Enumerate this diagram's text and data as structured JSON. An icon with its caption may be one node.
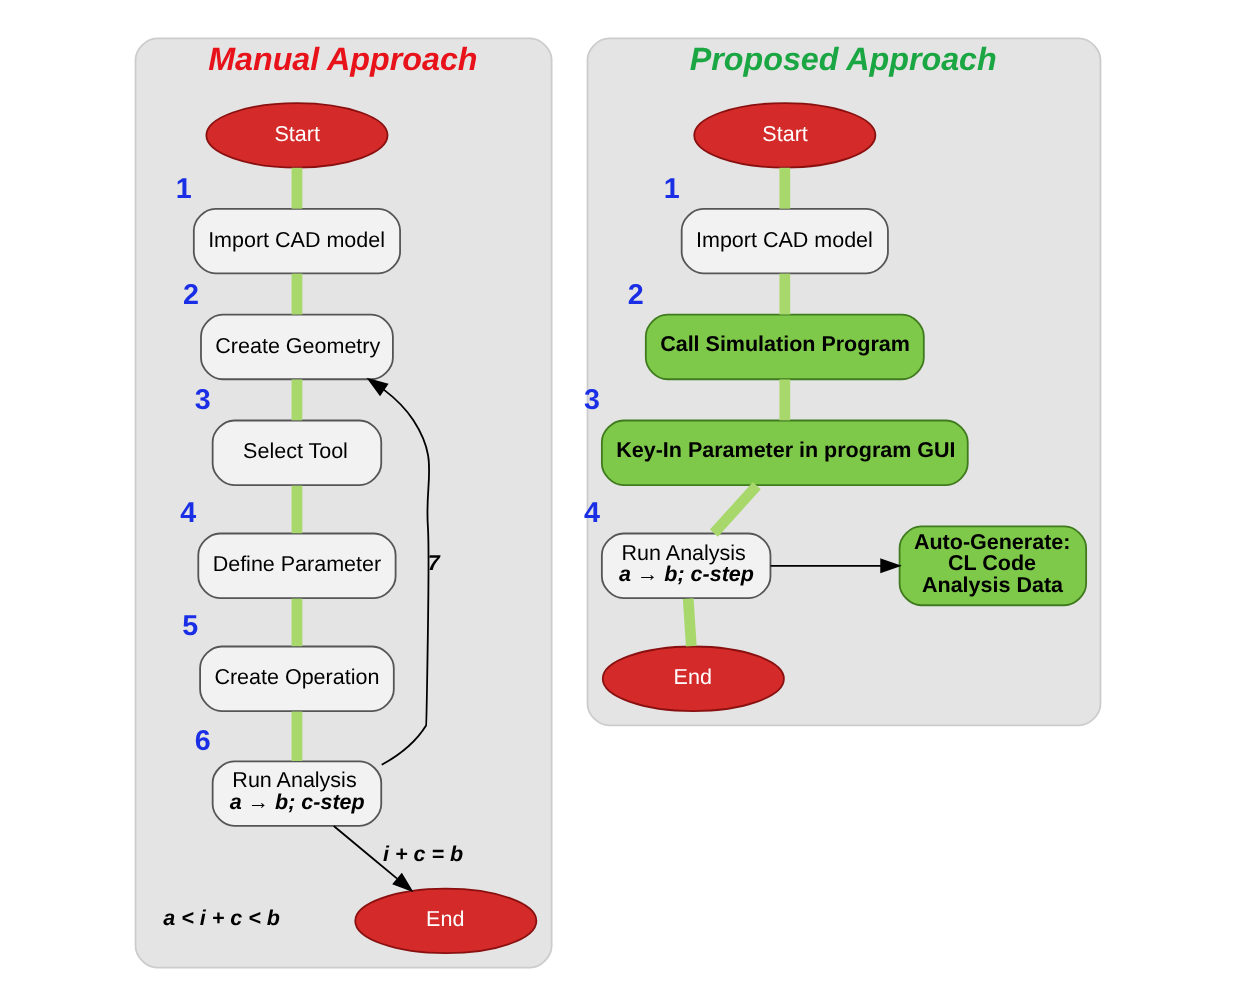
{
  "diagram": {
    "nodes": [
      {
        "text": [
          "Manual Approach"
        ]
      },
      {
        "text": [
          "Start"
        ],
        "in": 0
      },
      {
        "text": [
          "Import CAD model"
        ],
        "in": 0,
        "beside": [
          "1"
        ]
      },
      {
        "text": [
          "Create Geometry"
        ],
        "in": 0,
        "beside": [
          "2"
        ]
      },
      {
        "text": [
          "Select Tool"
        ],
        "in": 0,
        "beside": [
          "3"
        ]
      },
      {
        "text": [
          "Define Parameter"
        ],
        "in": 0,
        "beside": [
          "4"
        ]
      },
      {
        "text": [
          "Create Operation"
        ],
        "in": 0,
        "beside": [
          "5"
        ]
      },
      {
        "text": [
          "Run Analysis",
          "a → b; c-step"
        ],
        "in": 0,
        "beside": [
          "6"
        ]
      },
      {
        "text": [
          "End"
        ],
        "in": 0
      },
      {
        "text": [
          "Proposed Approach"
        ]
      },
      {
        "text": [
          "Start"
        ],
        "in": 9
      },
      {
        "text": [
          "Import CAD model"
        ],
        "in": 9,
        "beside": [
          "1"
        ]
      },
      {
        "text": [
          "Call Simulation Program"
        ],
        "in": 9,
        "beside": [
          "2"
        ]
      },
      {
        "text": [
          "Key-In Parameter in program GUI"
        ],
        "in": 9,
        "beside": [
          "3"
        ]
      },
      {
        "text": [
          "Run Analysis",
          "a → b; c-step"
        ],
        "in": 9,
        "beside": [
          "4"
        ]
      },
      {
        "text": [
          "End"
        ],
        "in": 9
      },
      {
        "text": [
          "Auto-Generate:",
          "CL Code",
          "Analysis Data"
        ],
        "in": 9
      }
    ],
    "edges": [
      {
        "from": 1,
        "to": 2,
        "arrow": "none"
      },
      {
        "from": 2,
        "to": 3,
        "arrow": "none"
      },
      {
        "from": 3,
        "to": 4,
        "arrow": "none"
      },
      {
        "from": 4,
        "to": 5,
        "arrow": "none"
      },
      {
        "from": 5,
        "to": 6,
        "arrow": "none"
      },
      {
        "from": 6,
        "to": 7,
        "arrow": "none"
      },
      {
        "from": 7,
        "to": 8,
        "arrow": "to",
        "label": "i + c = b",
        "color": "#000000"
      },
      {
        "from": 7,
        "to": 3,
        "arrow": "to",
        "label": "7",
        "color": "#000000"
      },
      {
        "from": 10,
        "to": 11,
        "arrow": "none"
      },
      {
        "from": 11,
        "to": 12,
        "arrow": "none"
      },
      {
        "from": 12,
        "to": 13,
        "arrow": "none"
      },
      {
        "from": 13,
        "to": 14,
        "arrow": "none"
      },
      {
        "from": 14,
        "to": 15,
        "arrow": "none"
      },
      {
        "from": 14,
        "to": 16,
        "arrow": "to",
        "color": "#000000"
      }
    ],
    "labels": [
      "a < i + c < b"
    ]
  }
}
